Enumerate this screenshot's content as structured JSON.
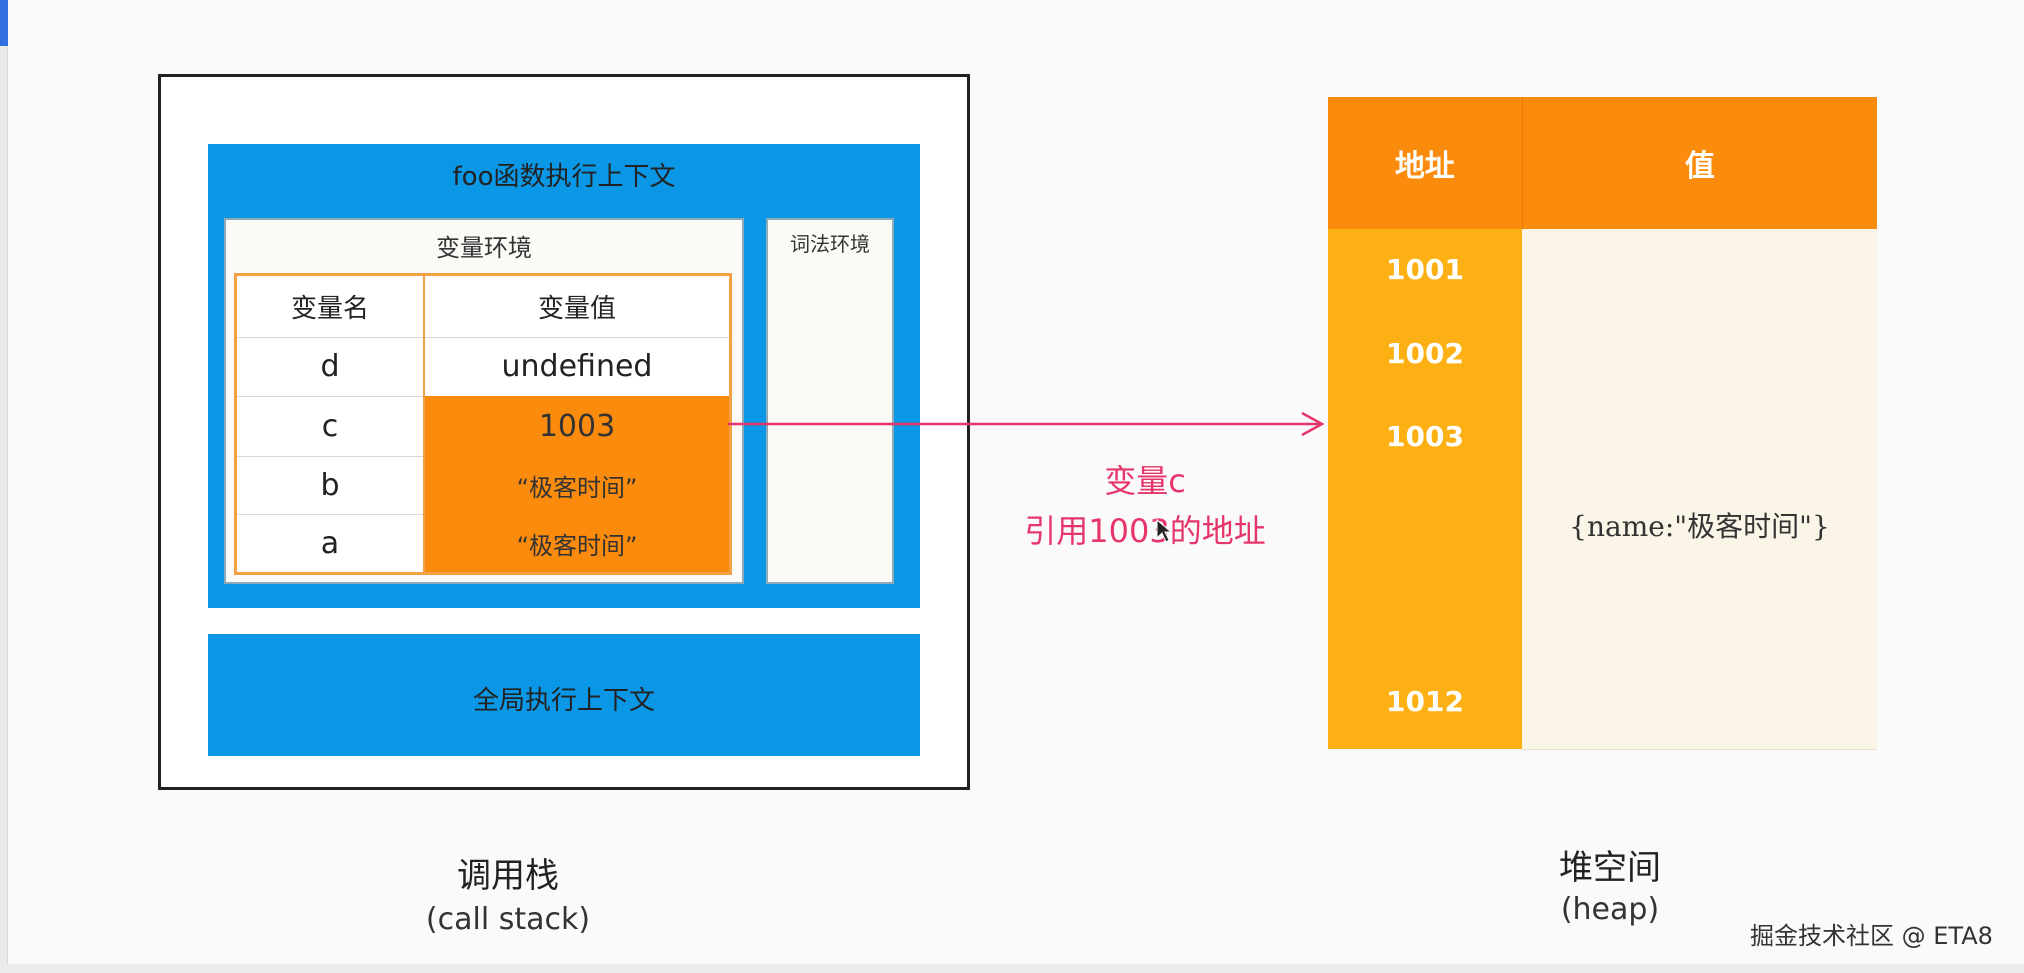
{
  "stack": {
    "foo_context_title": "foo函数执行上下文",
    "variable_env_title": "变量环境",
    "lexical_env_title": "词法环境",
    "table_headers": [
      "变量名",
      "变量值"
    ],
    "rows": [
      {
        "name": "d",
        "value": "undefined"
      },
      {
        "name": "c",
        "value": "1003"
      },
      {
        "name": "b",
        "value": "“极客时间”"
      },
      {
        "name": "a",
        "value": "“极客时间”"
      }
    ],
    "global_context_title": "全局执行上下文",
    "caption_main": "调用栈",
    "caption_sub": "(call stack)"
  },
  "annotation": {
    "line1": "变量c",
    "line2": "引用1003的地址",
    "color": "#e6356a"
  },
  "heap": {
    "headers": [
      "地址",
      "值"
    ],
    "addresses": [
      "1001",
      "1002",
      "1003",
      "",
      "",
      "1012"
    ],
    "object_value": "{name:\"极客时间\"}",
    "caption_main": "堆空间",
    "caption_sub": "(heap)"
  },
  "colors": {
    "context_blue": "#0a98e6",
    "orange": "#fb8b0c",
    "address_yellow": "#fdb013",
    "value_cream": "#fbf5e8"
  },
  "watermark": "掘金技术社区 @ ETA8"
}
